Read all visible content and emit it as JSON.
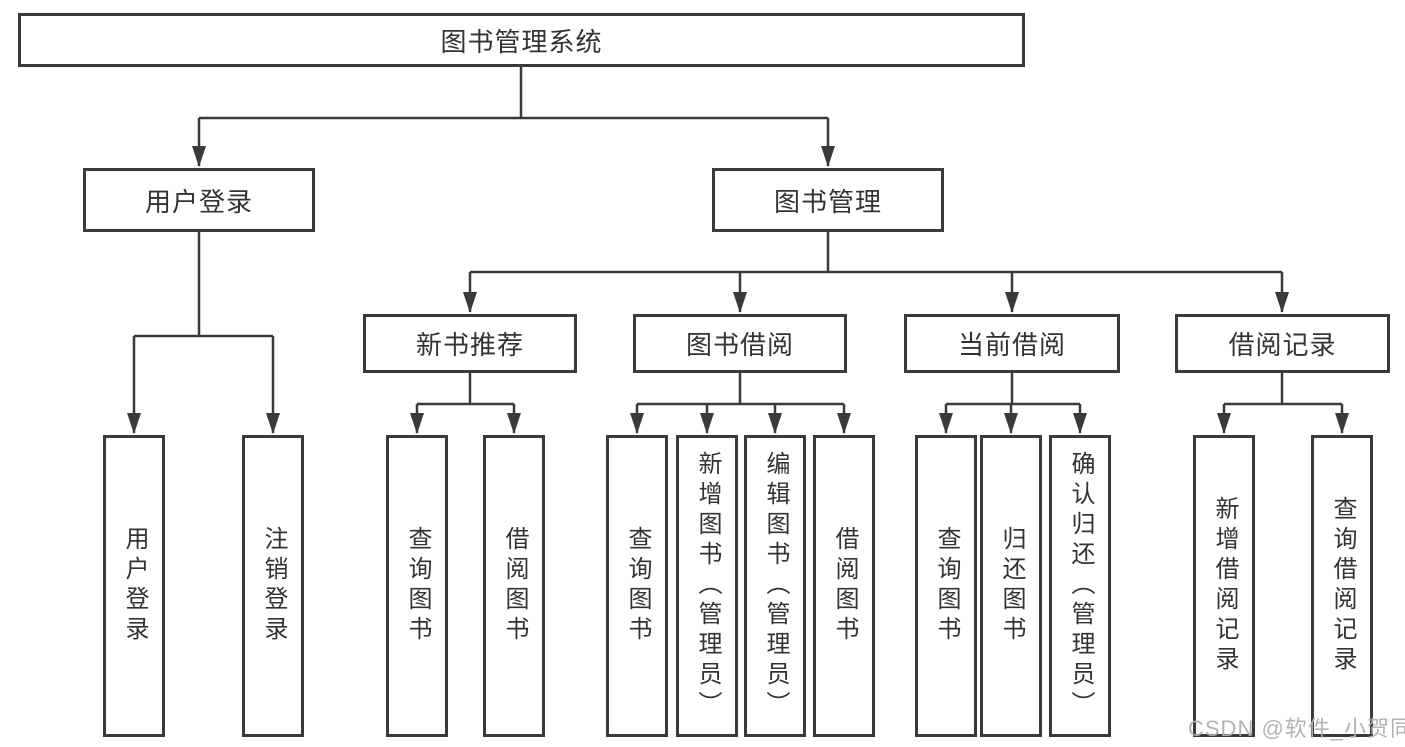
{
  "colors": {
    "line": "#3a3a3a",
    "box_border": "#3a3a3a",
    "text": "#333333",
    "background": "#ffffff",
    "watermark": "#b2b5b9"
  },
  "tree": {
    "root": "图书管理系统",
    "branches": [
      {
        "label": "用户登录",
        "leaves": [
          "用户登录",
          "注销登录"
        ]
      },
      {
        "label": "图书管理",
        "groups": [
          {
            "label": "新书推荐",
            "leaves": [
              "查询图书",
              "借阅图书"
            ]
          },
          {
            "label": "图书借阅",
            "leaves": [
              "查询图书",
              "新增图书（管理员）",
              "编辑图书（管理员）",
              "借阅图书"
            ]
          },
          {
            "label": "当前借阅",
            "leaves": [
              "查询图书",
              "归还图书",
              "确认归还（管理员）"
            ]
          },
          {
            "label": "借阅记录",
            "leaves": [
              "新增借阅记录",
              "查询借阅记录"
            ]
          }
        ]
      }
    ]
  },
  "watermark": {
    "text": "CSDN @软件_小贺同学"
  }
}
